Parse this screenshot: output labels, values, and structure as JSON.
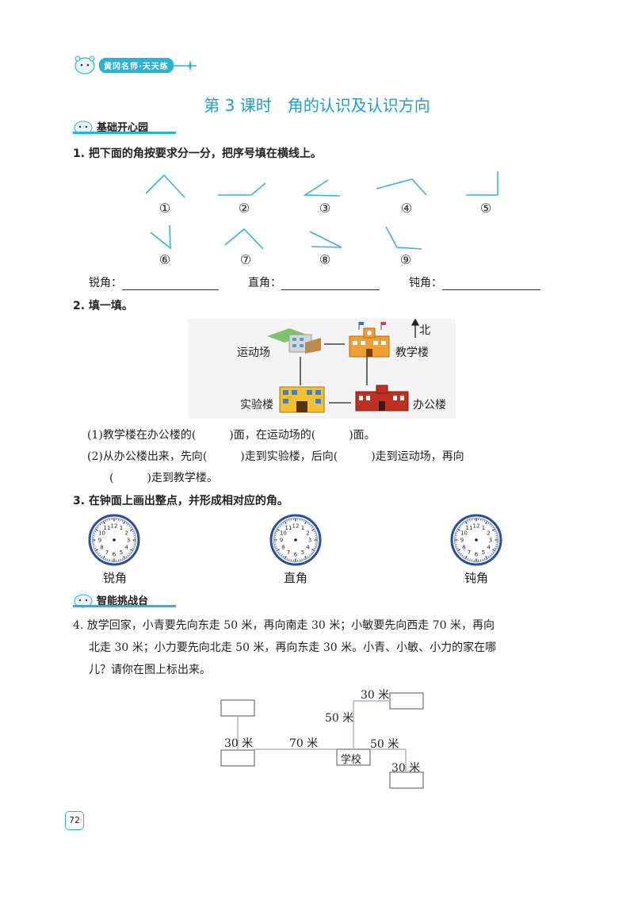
{
  "header": {
    "brand": "黄冈名师·天天练"
  },
  "title": "第 3 课时　角的认识及认识方向",
  "sections": {
    "basic": "基础开心园",
    "challenge": "智能挑战台"
  },
  "q1": {
    "prompt": "1. 把下面的角按要求分一分，把序号填在横线上。",
    "labels": [
      "①",
      "②",
      "③",
      "④",
      "⑤",
      "⑥",
      "⑦",
      "⑧",
      "⑨"
    ],
    "acute": "锐角：",
    "right": "直角：",
    "obtuse": "钝角："
  },
  "q2": {
    "prompt": "2. 填一填。",
    "map": {
      "north": "北",
      "playground": "运动场",
      "teaching": "教学楼",
      "lab": "实验楼",
      "office": "办公楼"
    },
    "line1": "(1)教学楼在办公楼的(　　　)面，在运动场的(　　　)面。",
    "line2": "(2)从办公楼出来，先向(　　　)走到实验楼，后向(　　　)走到运动场，再向",
    "line3": "(　　　)走到教学楼。"
  },
  "q3": {
    "prompt": "3. 在钟面上画出整点，并形成相对应的角。",
    "clock_labels": [
      "锐角",
      "直角",
      "钝角"
    ],
    "clock_numbers": [
      "12",
      "1",
      "2",
      "3",
      "4",
      "5",
      "6",
      "7",
      "8",
      "9",
      "10",
      "11"
    ]
  },
  "q4": {
    "line1": "4. 放学回家，小青要先向东走 50 米，再向南走 30 米；小敏要先向西走 70 米，再向",
    "line2": "北走 30 米；小力要先向北走 50 米，再向东走 30 米。小青、小敏、小力的家在哪",
    "line3": "儿？请你在图上标出来。",
    "diagram": {
      "school": "学校",
      "d_30_top": "30 米",
      "d_50_up": "50 米",
      "d_30_left": "30 米",
      "d_70": "70 米",
      "d_50_right": "50 米",
      "d_30_down": "30 米"
    }
  },
  "page_number": "72"
}
